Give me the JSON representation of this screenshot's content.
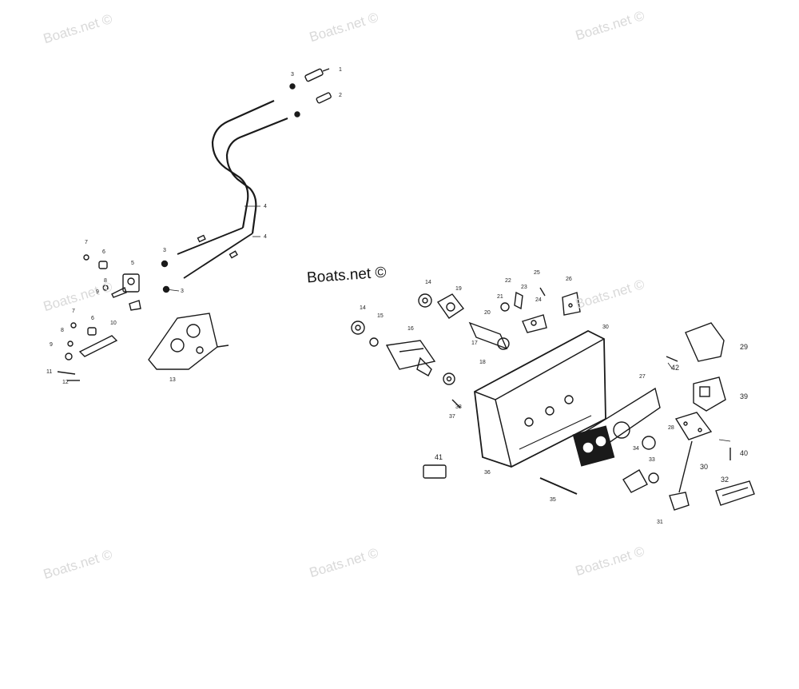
{
  "watermark": {
    "text": "Boats.net ©",
    "brand_text": "Boats.net ©"
  },
  "diagram": {
    "part_labels": [
      "1",
      "2",
      "3",
      "4",
      "4",
      "3",
      "3",
      "7",
      "6",
      "5",
      "8",
      "9",
      "7",
      "6",
      "10",
      "8",
      "9",
      "11",
      "12",
      "13",
      "14",
      "15",
      "16",
      "14",
      "17",
      "18",
      "19",
      "20",
      "21",
      "22",
      "23",
      "24",
      "25",
      "26",
      "27",
      "28",
      "29",
      "30",
      "30",
      "31",
      "32",
      "33",
      "34",
      "35",
      "36",
      "37",
      "38",
      "39",
      "40",
      "41",
      "42"
    ]
  }
}
